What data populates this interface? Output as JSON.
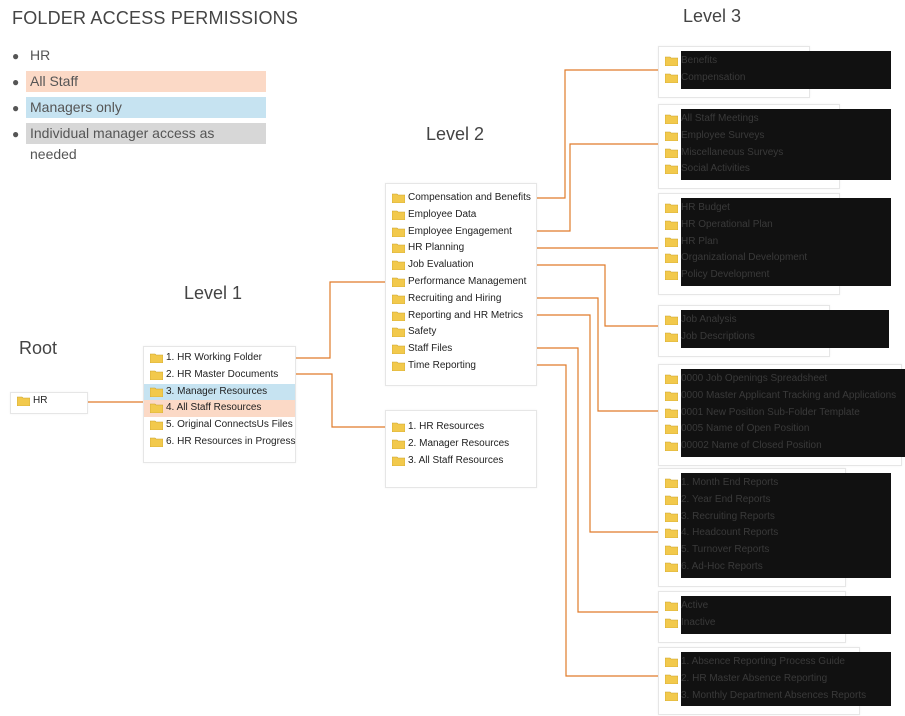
{
  "title": "FOLDER ACCESS PERMISSIONS",
  "legend": [
    {
      "label": "HR",
      "color": "#ffffff"
    },
    {
      "label": "All Staff",
      "color": "#fbd9c6"
    },
    {
      "label": "Managers only",
      "color": "#c6e3f1"
    },
    {
      "label": "Individual manager access as needed",
      "color": "#d7d7d7"
    }
  ],
  "levels": {
    "root": "Root",
    "level1": "Level 1",
    "level2": "Level 2",
    "level3": "Level 3"
  },
  "root_items": [
    {
      "label": "HR"
    }
  ],
  "level1_items": [
    {
      "label": "1. HR Working Folder",
      "access": "hr"
    },
    {
      "label": "2. HR Master Documents",
      "access": "hr"
    },
    {
      "label": "3. Manager Resources",
      "access": "managers"
    },
    {
      "label": "4. All Staff Resources",
      "access": "all_staff"
    },
    {
      "label": "5. Original ConnectsUs Files",
      "access": "hr"
    },
    {
      "label": "6. HR Resources in Progress",
      "access": "hr"
    }
  ],
  "level2_main": [
    {
      "label": "Compensation and Benefits"
    },
    {
      "label": "Employee Data"
    },
    {
      "label": "Employee Engagement"
    },
    {
      "label": "HR Planning"
    },
    {
      "label": "Job Evaluation"
    },
    {
      "label": "Performance Management"
    },
    {
      "label": "Recruiting and Hiring"
    },
    {
      "label": "Reporting and HR Metrics"
    },
    {
      "label": "Safety"
    },
    {
      "label": "Staff Files"
    },
    {
      "label": "Time Reporting"
    }
  ],
  "level2_master": [
    {
      "label": "1. HR Resources"
    },
    {
      "label": "2. Manager Resources"
    },
    {
      "label": "3. All Staff Resources"
    }
  ],
  "level3_groups": [
    {
      "items": [
        "Benefits",
        "Compensation"
      ]
    },
    {
      "items": [
        "All Staff Meetings",
        "Employee Surveys",
        "Miscellaneous Surveys",
        "Social Activities"
      ]
    },
    {
      "items": [
        "HR Budget",
        "HR Operational Plan",
        "HR Plan",
        "Organizational Development",
        "Policy Development"
      ]
    },
    {
      "items": [
        "Job Analysis",
        "Job Descriptions"
      ]
    },
    {
      "items": [
        "0000 Job Openings Spreadsheet",
        "0000 Master Applicant Tracking and Applications",
        "0001 New Position Sub-Folder Template",
        "0005 Name of Open Position",
        "00002 Name of Closed Position"
      ]
    },
    {
      "items": [
        "1. Month End Reports",
        "2. Year End Reports",
        "3. Recruiting Reports",
        "4. Headcount Reports",
        "5. Turnover Reports",
        "6. Ad-Hoc Reports"
      ]
    },
    {
      "items": [
        "Active",
        "Inactive"
      ]
    },
    {
      "items": [
        "1. Absence Reporting Process Guide",
        "2. HR Master Absence Reporting",
        "3. Monthly Department Absences Reports"
      ]
    }
  ],
  "colors": {
    "connector": "#e07b2a",
    "all_staff": "#fbd9c6",
    "managers": "#c6e3f1",
    "individual": "#d7d7d7",
    "folder": "#f2c94c"
  }
}
